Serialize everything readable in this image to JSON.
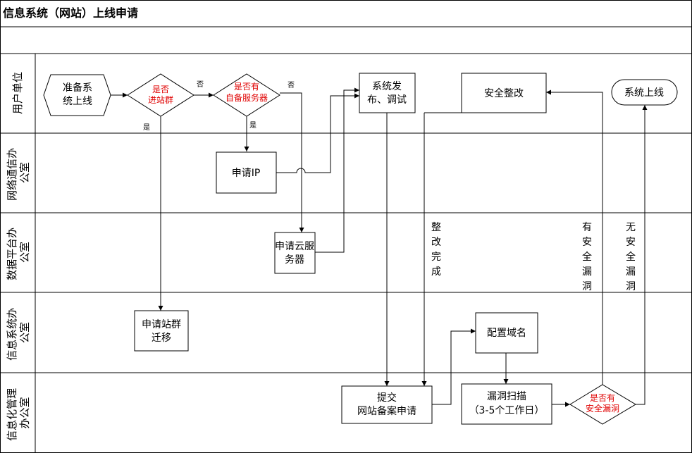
{
  "title": "信息系统（网站）上线申请",
  "lanes": [
    {
      "label": "用户单位"
    },
    {
      "label": "网络通信办公室"
    },
    {
      "label": "数据平台办公室"
    },
    {
      "label": "信息系统办公室"
    },
    {
      "label": "信息化管理办公室"
    }
  ],
  "nodes": {
    "prepare": [
      "准备系",
      "统上线"
    ],
    "decision_group": [
      "是否",
      "进站群"
    ],
    "decision_server": [
      "是否有",
      "自备服务器"
    ],
    "deploy": [
      "系统发",
      "布、调试"
    ],
    "security_fix": [
      "安全整改"
    ],
    "go_live": [
      "系统上线"
    ],
    "apply_ip": [
      "申请IP"
    ],
    "apply_cloud": [
      "申请云服",
      "务器"
    ],
    "apply_migration": [
      "申请站群",
      "迁移"
    ],
    "config_domain": [
      "配置域名"
    ],
    "submit_filing": [
      "提交",
      "网站备案申请"
    ],
    "vuln_scan": [
      "漏洞扫描",
      "（3-5个工作日）"
    ],
    "decision_vuln": [
      "是否有",
      "安全漏洞"
    ]
  },
  "edge_labels": {
    "group_no": "否",
    "group_yes": "是",
    "server_no": "否",
    "server_yes": "是",
    "fix_done": [
      "整",
      "改",
      "完",
      "成"
    ],
    "has_vuln": [
      "有",
      "安",
      "全",
      "漏",
      "洞"
    ],
    "no_vuln": [
      "无",
      "安",
      "全",
      "漏",
      "洞"
    ]
  }
}
